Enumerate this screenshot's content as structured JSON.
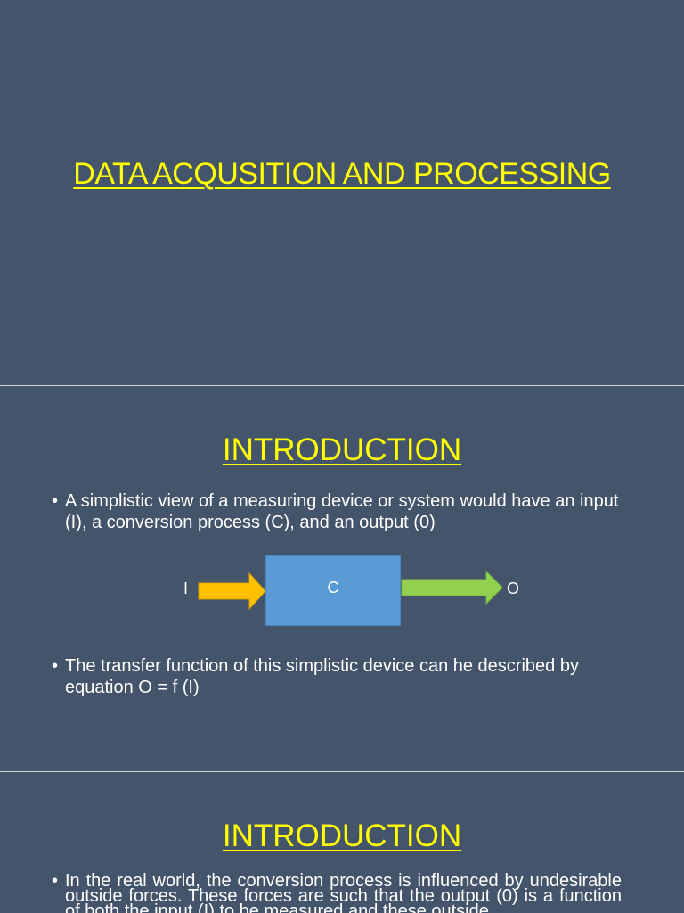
{
  "slide1": {
    "title": "DATA ACQUSITION AND PROCESSING"
  },
  "slide2": {
    "title": "INTRODUCTION",
    "bullets": [
      "A simplistic view of a measuring device or system would have an input (I), a conversion process (C), and an output (0)",
      "The transfer function of this simplistic device can he described by equation O = f (I)"
    ],
    "diagram": {
      "input_label": "I",
      "process_label": "C",
      "output_label": "O",
      "colors": {
        "input_arrow": "#ffc000",
        "process_box": "#5b9bd5",
        "output_arrow": "#92d050"
      }
    }
  },
  "slide3": {
    "title": "INTRODUCTION",
    "bullets": [
      "In the real world, the conversion process is influenced by undesirable outside forces. These forces are such that the output (0) is a function of both the input (I) to be measured and these outside"
    ]
  },
  "bullet_char": "•",
  "colors": {
    "background": "#44546a",
    "title": "#ffff00",
    "text": "#ffffff"
  }
}
